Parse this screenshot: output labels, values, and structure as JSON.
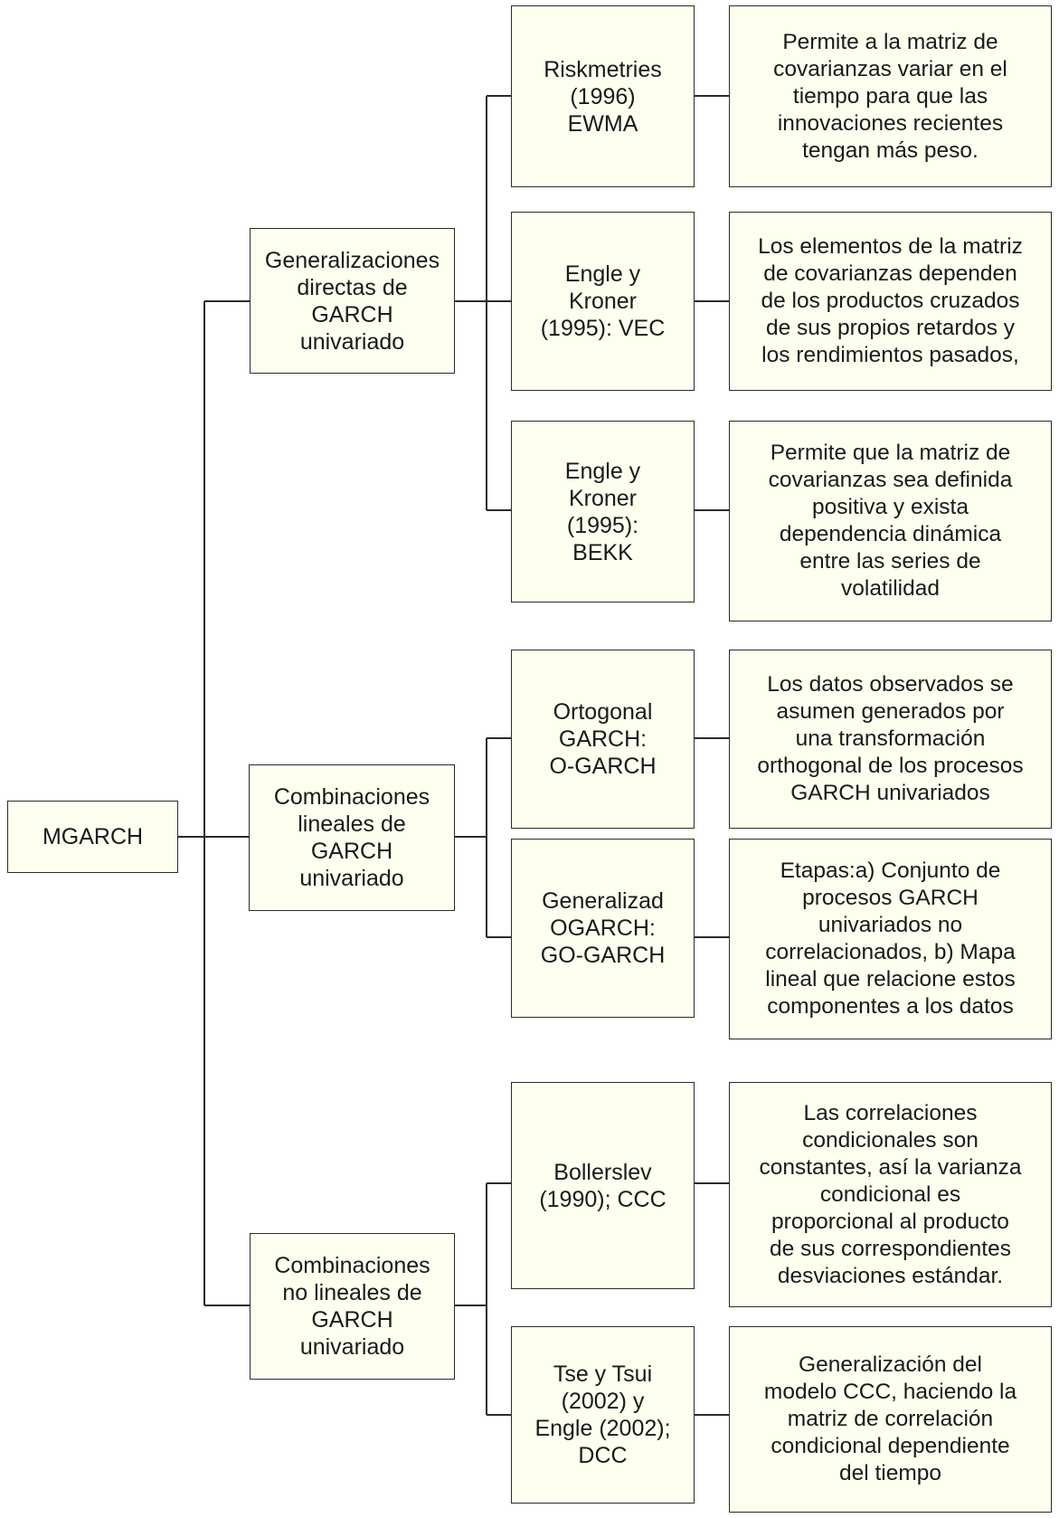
{
  "root": {
    "label": "MGARCH"
  },
  "categories": [
    {
      "label": "Generalizaciones\ndirectas de\nGARCH\nunivariado",
      "models": [
        {
          "label": "Riskmetries\n(1996)\nEWMA",
          "description": "Permite a la matriz de\ncovarianzas variar en el\ntiempo para que las\ninnovaciones recientes\ntengan más peso."
        },
        {
          "label": "Engle y\nKroner\n(1995): VEC",
          "description": "Los elementos de la matriz\nde covarianzas dependen\nde los productos cruzados\nde sus propios retardos y\nlos rendimientos pasados,"
        },
        {
          "label": "Engle y\nKroner\n(1995):\nBEKK",
          "description": "Permite que la matriz de\ncovarianzas sea definida\npositiva y exista\ndependencia dinámica\nentre las series de\nvolatilidad"
        }
      ]
    },
    {
      "label": "Combinaciones\nlineales de\nGARCH\nunivariado",
      "models": [
        {
          "label": "Ortogonal\nGARCH:\nO-GARCH",
          "description": "Los datos observados se\nasumen generados por\nuna transformación\northogonal de los procesos\nGARCH univariados"
        },
        {
          "label": "Generalizad\nOGARCH:\nGO-GARCH",
          "description": "Etapas:a) Conjunto de\nprocesos GARCH\nunivariados no\ncorrelacionados, b) Mapa\nlineal que relacione estos\ncomponentes a los datos"
        }
      ]
    },
    {
      "label": "Combinaciones\nno lineales de\nGARCH\nunivariado",
      "models": [
        {
          "label": "Bollerslev\n(1990); CCC",
          "description": "Las correlaciones\ncondicionales son\nconstantes, así la varianza\ncondicional es\nproporcional al producto\nde sus correspondientes\ndesviaciones estándar."
        },
        {
          "label": "Tse y Tsui\n(2002) y\nEngle (2002);\nDCC",
          "description": "Generalización del\nmodelo CCC, haciendo la\nmatriz de correlación\ncondicional dependiente\ndel tiempo"
        }
      ]
    }
  ]
}
